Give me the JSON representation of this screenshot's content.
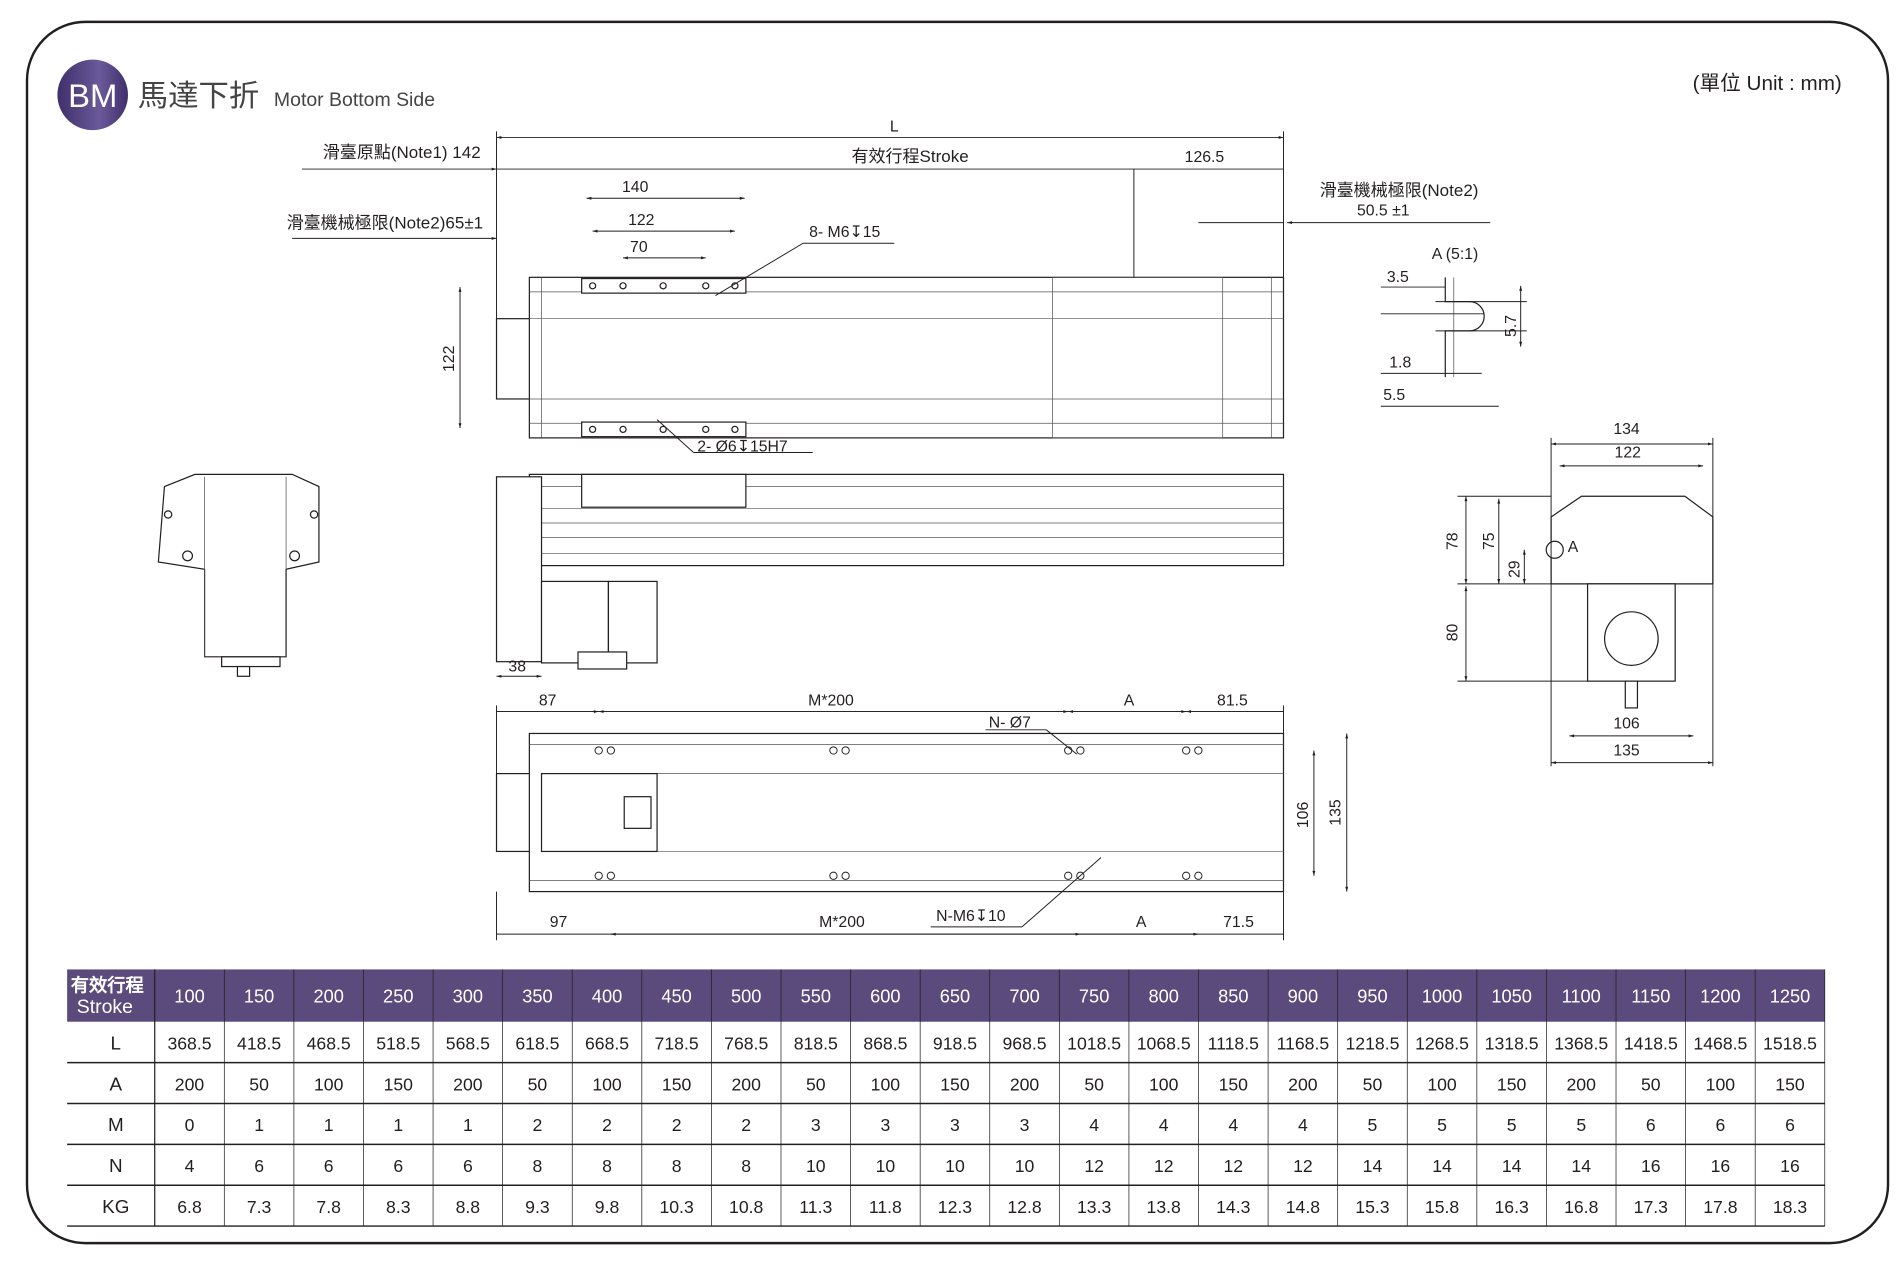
{
  "header": {
    "badge": "BM",
    "title_zh": "馬達下折",
    "title_en": "Motor Bottom Side",
    "unit": "(單位 Unit : mm)",
    "accent_color": "#5b4a7c"
  },
  "drawing": {
    "L": "L",
    "origin_note": "滑臺原點(Note1) 142",
    "stroke_label": "有效行程Stroke",
    "d126_5": "126.5",
    "limit_note_right": "滑臺機械極限(Note2)",
    "limit_right_value": "50.5 ±1",
    "limit_note_left": "滑臺機械極限(Note2)65±1",
    "d140": "140",
    "d122_top": "122",
    "d70": "70",
    "tap_holes": "8- M6↧15",
    "pin_holes": "2- Ø6↧15H7",
    "height_122": "122",
    "detail_title": "A (5:1)",
    "d3_5": "3.5",
    "d5_7": "5.7",
    "d1_8": "1.8",
    "d5_5": "5.5",
    "end_134": "134",
    "end_122": "122",
    "end_78": "78",
    "end_75": "75",
    "end_29": "29",
    "end_A": "A",
    "end_80": "80",
    "end_106": "106",
    "end_135": "135",
    "d38": "38",
    "b87": "87",
    "bM200_top": "M*200",
    "bN_d7": "N- Ø7",
    "bA_top": "A",
    "b81_5": "81.5",
    "b106": "106",
    "b135": "135",
    "b97": "97",
    "bM200_bot": "M*200",
    "bN_M6": "N-M6↧10",
    "bA_bot": "A",
    "b71_5": "71.5"
  },
  "table": {
    "header_zh": "有效行程",
    "header_en": "Stroke",
    "strokes": [
      "100",
      "150",
      "200",
      "250",
      "300",
      "350",
      "400",
      "450",
      "500",
      "550",
      "600",
      "650",
      "700",
      "750",
      "800",
      "850",
      "900",
      "950",
      "1000",
      "1050",
      "1100",
      "1150",
      "1200",
      "1250"
    ],
    "rows": [
      {
        "label": "L",
        "values": [
          "368.5",
          "418.5",
          "468.5",
          "518.5",
          "568.5",
          "618.5",
          "668.5",
          "718.5",
          "768.5",
          "818.5",
          "868.5",
          "918.5",
          "968.5",
          "1018.5",
          "1068.5",
          "1118.5",
          "1168.5",
          "1218.5",
          "1268.5",
          "1318.5",
          "1368.5",
          "1418.5",
          "1468.5",
          "1518.5"
        ]
      },
      {
        "label": "A",
        "values": [
          "200",
          "50",
          "100",
          "150",
          "200",
          "50",
          "100",
          "150",
          "200",
          "50",
          "100",
          "150",
          "200",
          "50",
          "100",
          "150",
          "200",
          "50",
          "100",
          "150",
          "200",
          "50",
          "100",
          "150"
        ]
      },
      {
        "label": "M",
        "values": [
          "0",
          "1",
          "1",
          "1",
          "1",
          "2",
          "2",
          "2",
          "2",
          "3",
          "3",
          "3",
          "3",
          "4",
          "4",
          "4",
          "4",
          "5",
          "5",
          "5",
          "5",
          "6",
          "6",
          "6"
        ]
      },
      {
        "label": "N",
        "values": [
          "4",
          "6",
          "6",
          "6",
          "6",
          "8",
          "8",
          "8",
          "8",
          "10",
          "10",
          "10",
          "10",
          "12",
          "12",
          "12",
          "12",
          "14",
          "14",
          "14",
          "14",
          "16",
          "16",
          "16"
        ]
      },
      {
        "label": "KG",
        "values": [
          "6.8",
          "7.3",
          "7.8",
          "8.3",
          "8.8",
          "9.3",
          "9.8",
          "10.3",
          "10.8",
          "11.3",
          "11.8",
          "12.3",
          "12.8",
          "13.3",
          "13.8",
          "14.3",
          "14.8",
          "15.3",
          "15.8",
          "16.3",
          "16.8",
          "17.3",
          "17.8",
          "18.3"
        ]
      }
    ]
  }
}
